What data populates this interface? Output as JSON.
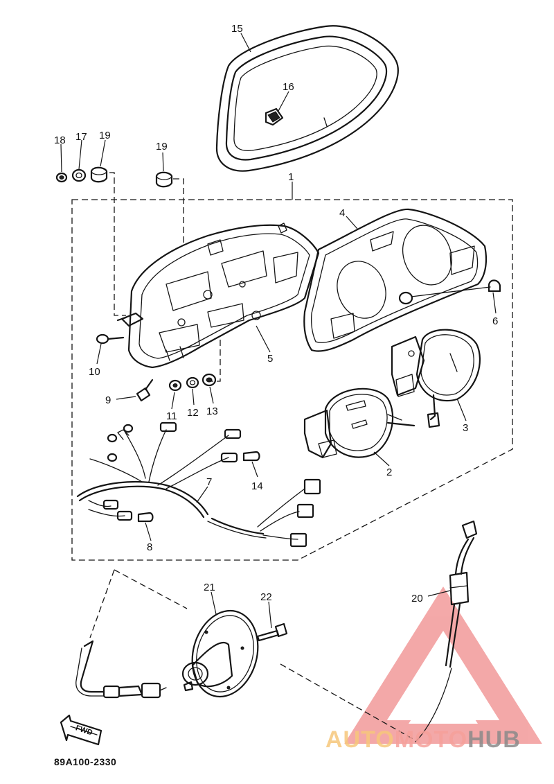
{
  "diagram": {
    "drawing_code": "89A100-2330",
    "fwd_label": "FWD",
    "callouts": [
      {
        "id": "c15",
        "label": "15"
      },
      {
        "id": "c16",
        "label": "16"
      },
      {
        "id": "c18",
        "label": "18"
      },
      {
        "id": "c17",
        "label": "17"
      },
      {
        "id": "c19a",
        "label": "19"
      },
      {
        "id": "c19b",
        "label": "19"
      },
      {
        "id": "c1",
        "label": "1"
      },
      {
        "id": "c4",
        "label": "4"
      },
      {
        "id": "c6",
        "label": "6"
      },
      {
        "id": "c5",
        "label": "5"
      },
      {
        "id": "c10",
        "label": "10"
      },
      {
        "id": "c9",
        "label": "9"
      },
      {
        "id": "c11",
        "label": "11"
      },
      {
        "id": "c12",
        "label": "12"
      },
      {
        "id": "c13",
        "label": "13"
      },
      {
        "id": "c3",
        "label": "3"
      },
      {
        "id": "c2",
        "label": "2"
      },
      {
        "id": "c7",
        "label": "7"
      },
      {
        "id": "c14",
        "label": "14"
      },
      {
        "id": "c8",
        "label": "8"
      },
      {
        "id": "c21",
        "label": "21"
      },
      {
        "id": "c22",
        "label": "22"
      },
      {
        "id": "c20",
        "label": "20"
      }
    ]
  },
  "watermark": {
    "brand_part1": "AUTO",
    "brand_part2": "MOTO",
    "brand_part3": "HUB",
    "colors": {
      "auto": "#f6c77a",
      "moto": "#f4a09a",
      "hub": "#8a8a8a",
      "triangle": "#f08c8c"
    }
  }
}
